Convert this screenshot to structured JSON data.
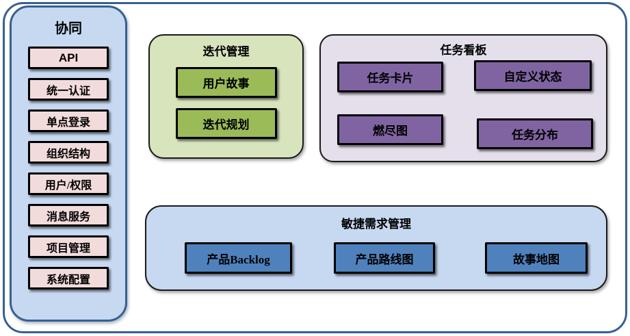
{
  "diagram": {
    "sidebar": {
      "title": "协同",
      "items": [
        {
          "label": "API"
        },
        {
          "label": "统一认证"
        },
        {
          "label": "单点登录"
        },
        {
          "label": "组织结构"
        },
        {
          "label": "用户/权限"
        },
        {
          "label": "消息服务"
        },
        {
          "label": "项目管理"
        },
        {
          "label": "系统配置"
        }
      ]
    },
    "groups": {
      "iteration": {
        "title": "迭代管理",
        "items": [
          {
            "label": "用户故事"
          },
          {
            "label": "迭代规划"
          }
        ]
      },
      "kanban": {
        "title": "任务看板",
        "items": [
          {
            "label": "任务卡片"
          },
          {
            "label": "自定义状态"
          },
          {
            "label": "燃尽图"
          },
          {
            "label": "任务分布"
          }
        ]
      },
      "requirements": {
        "title": "敏捷需求管理",
        "items": [
          {
            "label": "产品Backlog"
          },
          {
            "label": "产品路线图"
          },
          {
            "label": "故事地图"
          }
        ]
      }
    }
  },
  "colors": {
    "frame-border": "#366092",
    "sidebar-bg": "#c6d9f1",
    "sidebar-item-bg": "#f2dcdb",
    "green-bg": "#d7e4bc",
    "green-item-bg": "#9bbb59",
    "purple-bg": "#e5dfec",
    "purple-item-bg": "#8064a2",
    "blue-bg": "#c6d9f1",
    "blue-item-bg": "#4f81bd",
    "item-border": "#000000",
    "group-border": "#1a1a1a",
    "text": "#000000"
  }
}
